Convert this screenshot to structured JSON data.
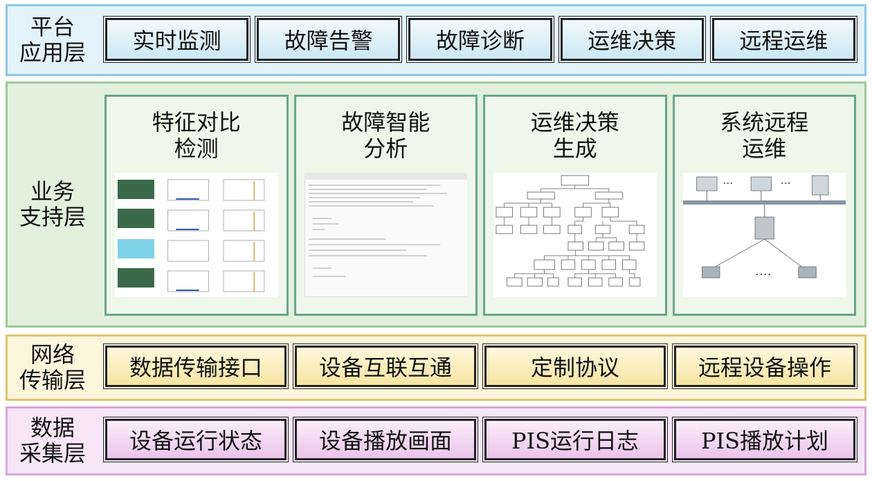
{
  "layers": {
    "platform": {
      "label": "平台\n应用层",
      "items": [
        "实时监测",
        "故障告警",
        "故障诊断",
        "运维决策",
        "远程运维"
      ]
    },
    "support": {
      "label": "业务\n支持层",
      "panels": [
        {
          "title": "特征对比\n检测",
          "image": "feature-comparison-plots"
        },
        {
          "title": "故障智能\n分析",
          "image": "analysis-log-screenshot"
        },
        {
          "title": "运维决策\n生成",
          "image": "decision-tree-diagram"
        },
        {
          "title": "系统远程\n运维",
          "image": "remote-network-topology"
        }
      ]
    },
    "network": {
      "label": "网络\n传输层",
      "items": [
        "数据传输接口",
        "设备互联互通",
        "定制协议",
        "远程设备操作"
      ]
    },
    "collect": {
      "label": "数据\n采集层",
      "items": [
        "设备运行状态",
        "设备播放画面",
        "PIS运行日志",
        "PIS播放计划"
      ]
    }
  },
  "colors": {
    "platform_border": "#8cc8e6",
    "support_border": "#9cc89a",
    "network_border": "#e0c46a",
    "collect_border": "#d8a6d8"
  }
}
